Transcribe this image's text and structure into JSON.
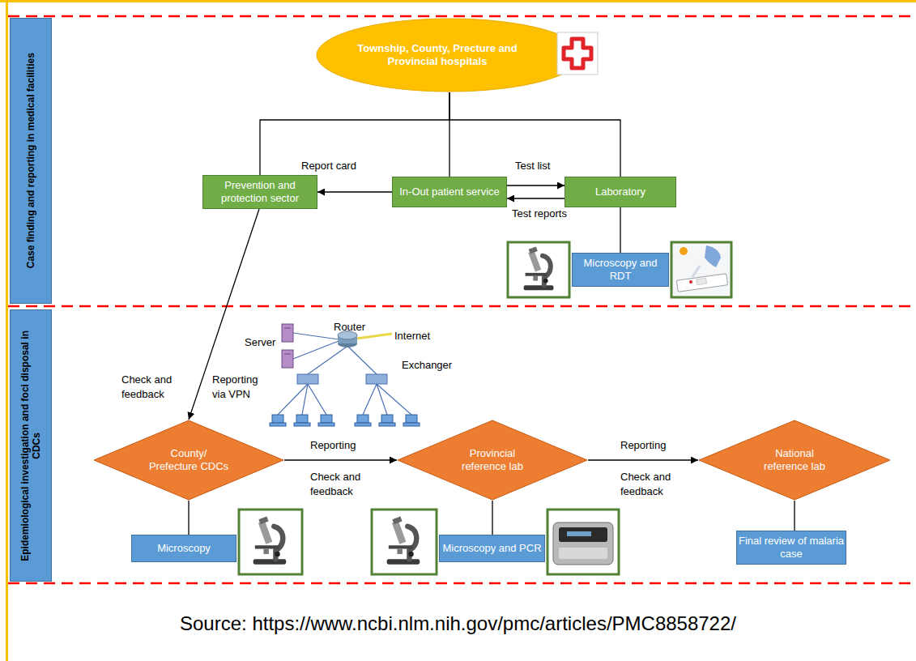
{
  "diagram": {
    "caption": "Source: https://www.ncbi.nlm.nih.gov/pmc/articles/PMC8858722/",
    "nodes": [
      {
        "text": [
          "Case finding and reporting in medical facilities"
        ]
      },
      {
        "text": [
          "Township, County, Precture and Provincial hospitals"
        ]
      },
      {
        "text": [
          "Prevention and protection sector"
        ]
      },
      {
        "text": [
          "In-Out patient service"
        ]
      },
      {
        "text": [
          "Laboratory"
        ]
      },
      {
        "text": [
          "Microscopy and RDT"
        ]
      },
      {
        "text": [
          "Epidemiological investigation and foci disposal in CDCs"
        ]
      },
      {
        "text": [
          "County/ Prefecture CDCs"
        ]
      },
      {
        "text": [
          "Provincial reference lab"
        ]
      },
      {
        "text": [
          "National reference lab"
        ]
      },
      {
        "text": [
          "Microscopy"
        ]
      },
      {
        "text": [
          "Microscopy and PCR"
        ]
      },
      {
        "text": [
          "Final review of malaria case"
        ]
      }
    ],
    "edges": [
      {
        "from": 1,
        "to": 2,
        "arrow": "none"
      },
      {
        "from": 1,
        "to": 3,
        "arrow": "none"
      },
      {
        "from": 1,
        "to": 4,
        "arrow": "none"
      },
      {
        "from": 3,
        "to": 2,
        "label": "Report card",
        "arrow": "to"
      },
      {
        "from": 3,
        "to": 4,
        "label": "Test list",
        "arrow": "to"
      },
      {
        "from": 4,
        "to": 3,
        "label": "Test reports",
        "arrow": "to"
      },
      {
        "from": 4,
        "to": 5,
        "arrow": "none"
      },
      {
        "from": 2,
        "to": 7,
        "label": "Reporting via VPN",
        "arrow": "to"
      },
      {
        "from": 7,
        "to": 8,
        "label": "Reporting",
        "arrow": "to"
      },
      {
        "from": 8,
        "to": 9,
        "label": "Reporting",
        "arrow": "to"
      },
      {
        "from": 7,
        "to": 10,
        "arrow": "none"
      },
      {
        "from": 8,
        "to": 11,
        "arrow": "none"
      },
      {
        "from": 9,
        "to": 12,
        "arrow": "none"
      }
    ],
    "labels": [
      "Check and feedback",
      "Server",
      "Router",
      "Internet",
      "Exchanger",
      "Check and feedback",
      "Check and feedback"
    ]
  }
}
